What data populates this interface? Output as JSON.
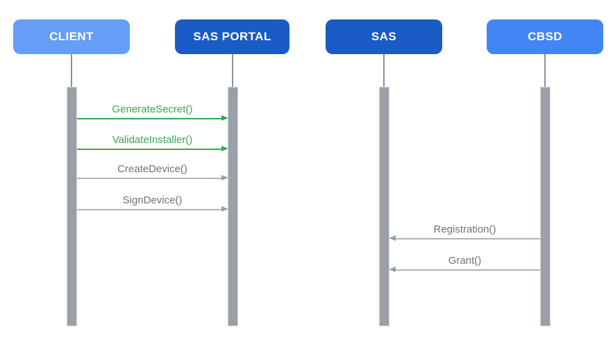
{
  "diagram_type": "sequence-diagram",
  "actors": [
    {
      "id": "client",
      "label": "CLIENT",
      "fill": "#669DF6",
      "text_color": "#FFFFFF"
    },
    {
      "id": "sas-portal",
      "label": "SAS PORTAL",
      "fill": "#1A5BC6",
      "text_color": "#FFFFFF"
    },
    {
      "id": "sas",
      "label": "SAS",
      "fill": "#1A5BC6",
      "text_color": "#FFFFFF"
    },
    {
      "id": "cbsd",
      "label": "CBSD",
      "fill": "#4285F4",
      "text_color": "#FFFFFF"
    }
  ],
  "messages": [
    {
      "label": "GenerateSecret()",
      "from": "CLIENT",
      "to": "SAS PORTAL",
      "direction": "right",
      "color": "#34A853"
    },
    {
      "label": "ValidateInstaller()",
      "from": "CLIENT",
      "to": "SAS PORTAL",
      "direction": "right",
      "color": "#34A853"
    },
    {
      "label": "CreateDevice()",
      "from": "CLIENT",
      "to": "SAS PORTAL",
      "direction": "right",
      "color": "#9AA0A6"
    },
    {
      "label": "SignDevice()",
      "from": "CLIENT",
      "to": "SAS PORTAL",
      "direction": "right",
      "color": "#9AA0A6"
    },
    {
      "label": "Registration()",
      "from": "CBSD",
      "to": "SAS",
      "direction": "left",
      "color": "#9AA0A6"
    },
    {
      "label": "Grant()",
      "from": "CBSD",
      "to": "SAS",
      "direction": "left",
      "color": "#9AA0A6"
    }
  ],
  "colors": {
    "background": "#FFFFFF",
    "actor_light_blue": "#669DF6",
    "actor_dark_blue": "#1A5BC6",
    "actor_blue": "#4285F4",
    "message_green": "#34A853",
    "message_gray_text": "#6D7277",
    "message_gray_line": "#AEB2B6",
    "lifeline_gray": "#9AA0A6"
  }
}
